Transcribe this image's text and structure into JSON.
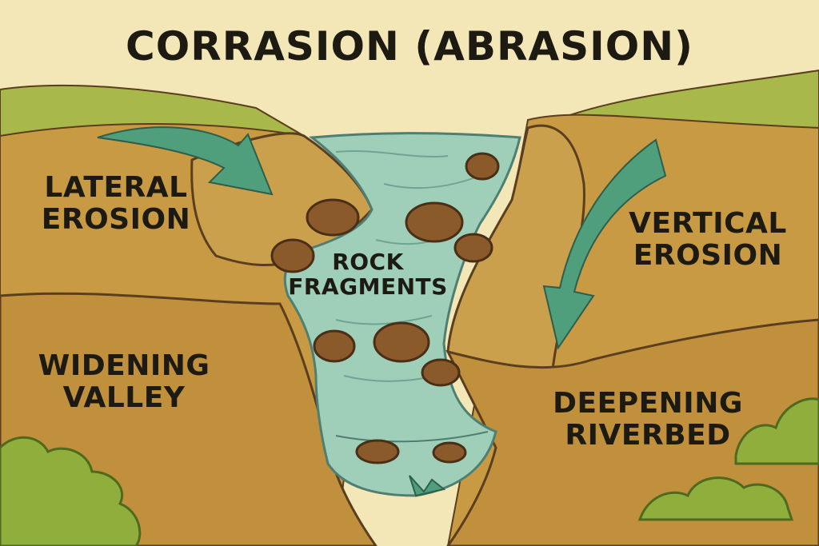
{
  "title": "CORRASION (ABRASION)",
  "labels": {
    "lateral": [
      "LATERAL",
      "EROSION"
    ],
    "vertical": [
      "VERTICAL",
      "EROSION"
    ],
    "rock": [
      "ROCK",
      "FRAGMENTS"
    ],
    "widening": [
      "WIDENING",
      "VALLEY"
    ],
    "deepening": [
      "DEEPENING",
      "RIVERBED"
    ]
  },
  "colors": {
    "sky": "#f3e7b8",
    "grass": "#a9b84a",
    "earth": "#c99a44",
    "earth_dark": "#b5832f",
    "water": "#9fcfb8",
    "rock": "#8a5a2b",
    "arrow": "#4f9e7c",
    "bush": "#8fae3c",
    "outline": "#5a3e1e"
  },
  "icons": [
    "curved-arrow-icon",
    "down-arrow-icon",
    "rock-icon",
    "bush-icon",
    "flow-arrow-icon"
  ]
}
